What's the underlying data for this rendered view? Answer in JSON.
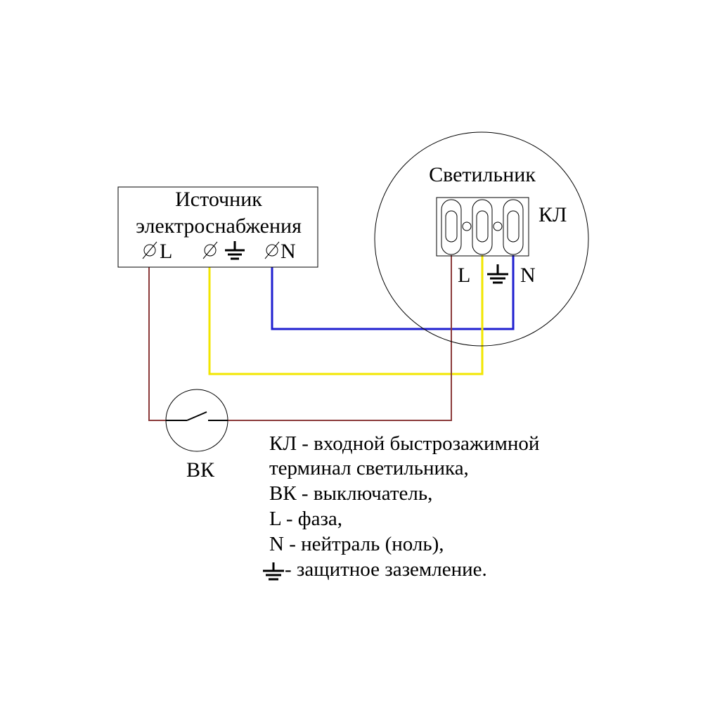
{
  "source": {
    "title_line1": "Источник",
    "title_line2": "электроснабжения",
    "terminal_l": "L",
    "terminal_n": "N"
  },
  "luminaire": {
    "title": "Светильник",
    "terminal_block_label": "КЛ",
    "terminal_l": "L",
    "terminal_n": "N"
  },
  "switch": {
    "label": "ВК"
  },
  "legend": {
    "line1": "КЛ - входной быстрозажимной",
    "line2": "терминал светильника,",
    "line3": "ВК - выключатель,",
    "line4": "L - фаза,",
    "line5": "N - нейтраль (ноль),",
    "line6": "- защитное заземление."
  },
  "colors": {
    "phase_wire": "#8b3a3a",
    "earth_wire": "#f2e600",
    "neutral_wire": "#1f1fd0",
    "outline": "#000000"
  }
}
